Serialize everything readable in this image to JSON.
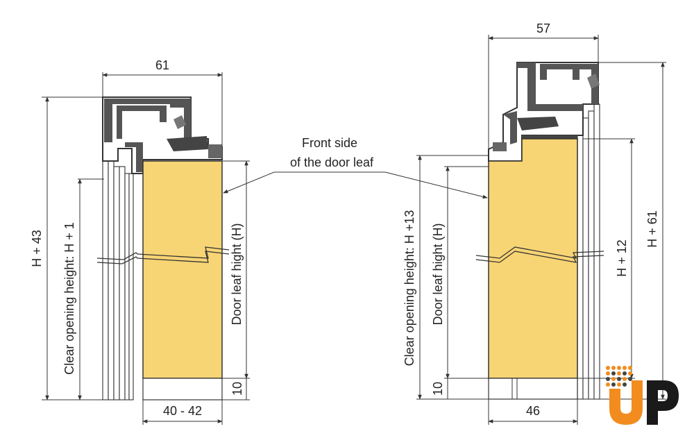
{
  "colors": {
    "leaf_fill": "#f7d474",
    "profile_fill": "#555555",
    "line": "#333333",
    "logo_orange": "#f28c1e",
    "logo_dark": "#1a1a1a"
  },
  "left_section": {
    "width_top": "61",
    "height_total": "H + 43",
    "clear_opening": "Clear opening height: H + 1",
    "leaf_height": "Door leaf hight (H)",
    "bottom_gap": "10",
    "leaf_thickness": "40 - 42"
  },
  "right_section": {
    "width_top": "57",
    "height_total": "H + 61",
    "height_inner": "H + 12",
    "clear_opening": "Clear opening height: H +13",
    "leaf_height": "Door leaf hight (H)",
    "bottom_gap": "10",
    "leaf_thickness": "46"
  },
  "annotation": {
    "line1": "Front side",
    "line2": "of the door leaf"
  },
  "logo": {
    "letters": "UP"
  }
}
